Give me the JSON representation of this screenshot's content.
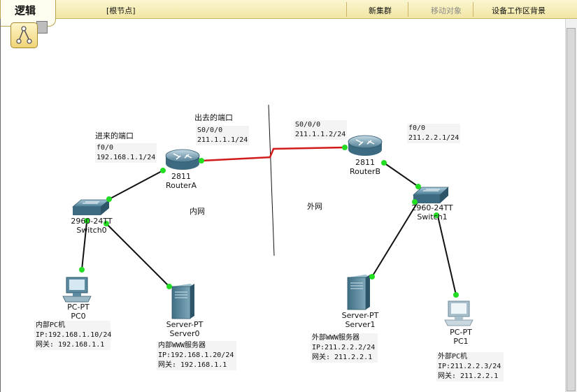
{
  "toolbar": {
    "title": "逻辑",
    "root_node": "[根节点]",
    "new_cluster": "新集群",
    "move_object": "移动对象",
    "set_background": "设备工作区背景"
  },
  "devices": {
    "routerA": {
      "model": "2811",
      "name": "RouterA"
    },
    "routerB": {
      "model": "2811",
      "name": "RouterB"
    },
    "switch0": {
      "model": "2960-24TT",
      "name": "Switch0"
    },
    "switch1": {
      "model": "2960-24TT",
      "name": "Switch1"
    },
    "pc0": {
      "model": "PC-PT",
      "name": "PC0"
    },
    "pc1": {
      "model": "PC-PT",
      "name": "PC1"
    },
    "server0": {
      "model": "Server-PT",
      "name": "Server0"
    },
    "server1": {
      "model": "Server-PT",
      "name": "Server1"
    }
  },
  "annotations": {
    "incoming_port": "进来的端口",
    "outgoing_port": "出去的端口",
    "inner_net": "内网",
    "outer_net": "外网",
    "ra_f00": {
      "iface": "f0/0",
      "ip": "192.168.1.1/24"
    },
    "ra_s000": {
      "iface": "S0/0/0",
      "ip": "211.1.1.1/24"
    },
    "rb_s000": {
      "iface": "S0/0/0",
      "ip": "211.1.1.2/24"
    },
    "rb_f00": {
      "iface": "f0/0",
      "ip": "211.2.2.1/24"
    },
    "pc0_info": {
      "title": "内部PC机",
      "ip": "IP:192.168.1.10/24",
      "gw": "网关: 192.168.1.1"
    },
    "server0_info": {
      "title": "内部WWW服务器",
      "ip": "IP:192.168.1.20/24",
      "gw": "网关: 192.168.1.1"
    },
    "server1_info": {
      "title": "外部WWW服务器",
      "ip": "IP:211.2.2.2/24",
      "gw": "网关: 211.2.2.1"
    },
    "pc1_info": {
      "title": "外部PC机",
      "ip": "IP:211.2.2.3/24",
      "gw": "网关: 211.2.2.1"
    }
  },
  "colors": {
    "serial_link": "#d11b1b",
    "ethernet_link": "#111111",
    "link_up": "#22dd22",
    "toolbar_bg": "#f5ecb6"
  }
}
